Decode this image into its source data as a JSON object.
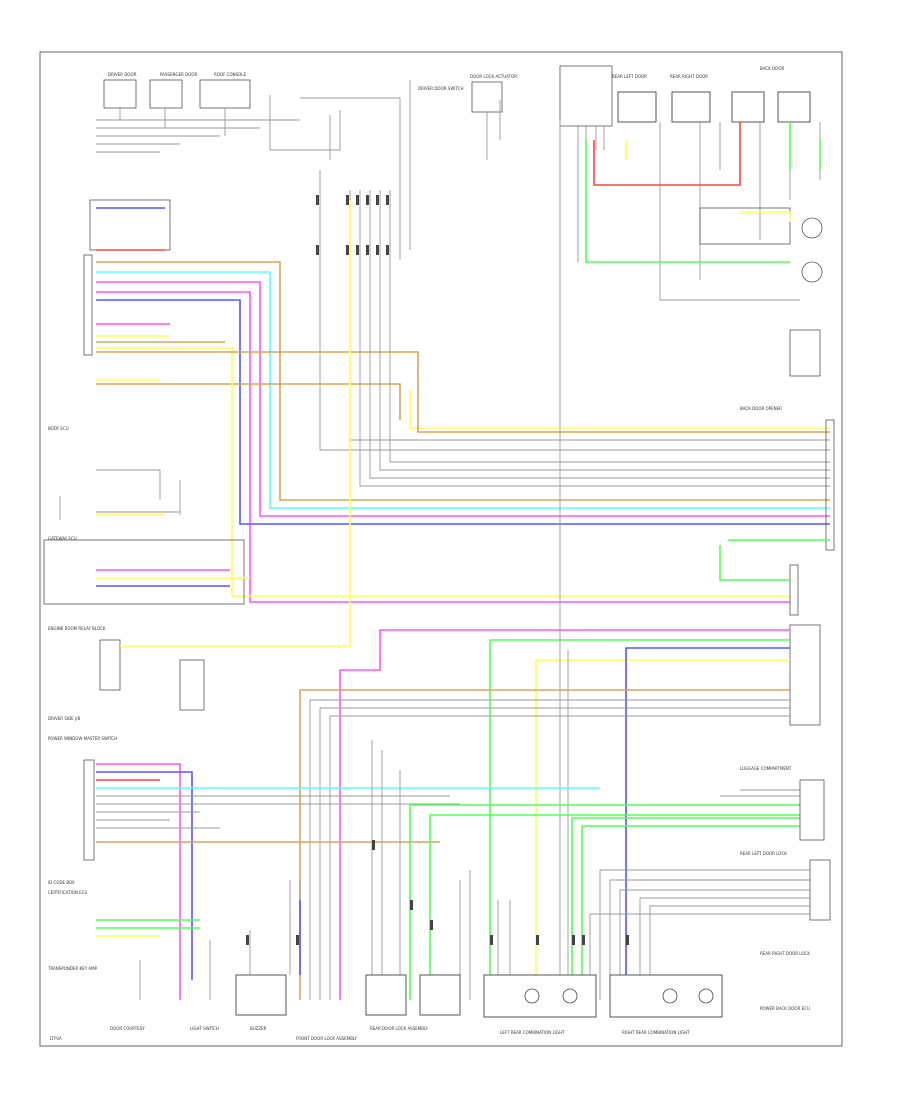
{
  "diagram": {
    "footer_code": "LTF6A",
    "top_labels": [
      "DRIVER DOOR",
      "PASSENGER DOOR",
      "ROOF CONSOLE",
      "DRIVER DOOR SWITCH",
      "DOOR LOCK ACTUATOR",
      "REAR LEFT DOOR",
      "REAR RIGHT DOOR",
      "BACK DOOR"
    ],
    "left_labels": [
      "BODY ECU",
      "GATEWAY ECU",
      "ENGINE ROOM RELAY BLOCK",
      "DRIVER SIDE J/B",
      "POWER WINDOW MASTER SWITCH",
      "ID CODE BOX",
      "CERTIFICATION ECU",
      "TRANSPONDER KEY AMP"
    ],
    "right_labels": [
      "BACK DOOR OPENER",
      "LUGGAGE COMPARTMENT",
      "REAR LEFT DOOR LOCK",
      "REAR RIGHT DOOR LOCK",
      "POWER BACK DOOR ECU"
    ],
    "bottom_labels": [
      "DOOR COURTESY",
      "LIGHT SWITCH",
      "BUZZER",
      "FRONT DOOR LOCK ASSEMBLY",
      "REAR DOOR LOCK ASSEMBLY",
      "LEFT REAR COMBINATION LIGHT",
      "RIGHT REAR COMBINATION LIGHT"
    ],
    "wire_colors": {
      "pink": "#ff55ff",
      "blue": "#5555ff",
      "cyan": "#55ffff",
      "yellow": "#ffff55",
      "orange": "#d9a55a",
      "green": "#55ff55",
      "red": "#ff4444",
      "gray": "#999999",
      "black": "#444444"
    }
  }
}
